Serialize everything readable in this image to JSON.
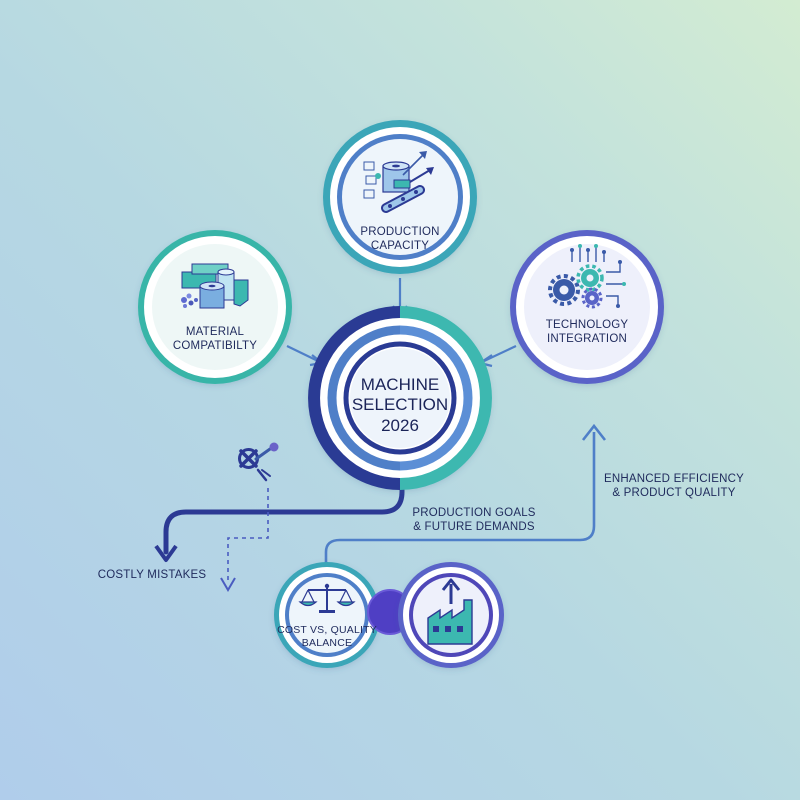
{
  "center": {
    "line1": "MACHINE",
    "line2": "SELECTION",
    "line3": "2026"
  },
  "nodes": {
    "production_capacity": {
      "line1": "PRODUCTION",
      "line2": "CAPACITY"
    },
    "material_compatibility": {
      "line1": "MATERIAL",
      "line2": "COMPATIBILTY"
    },
    "technology_integration": {
      "line1": "TECHNOLOGY",
      "line2": "INTEGRATION"
    },
    "cost_quality": {
      "line1": "COST Vs, QUALITY",
      "line2": "BALANCE"
    }
  },
  "flows": {
    "costly_mistakes": "COSTLY MISTAKES",
    "production_goals_line1": "PRODUCTION GOALS",
    "production_goals_line2": "& FUTURE DEMANDS",
    "enhanced_line1": "ENHANCED EFFICIENCY",
    "enhanced_line2": "& PRODUCT QUALITY"
  },
  "icons": [
    "conveyor-production-icon",
    "material-rolls-icon",
    "gears-circuit-icon",
    "balance-scale-icon",
    "factory-growth-icon",
    "broken-tool-icon",
    "connector-dot-icon"
  ],
  "colors": {
    "navy": "#2c3a94",
    "blue": "#4f7fc8",
    "teal": "#3cb8b0",
    "purple": "#6a62c8",
    "text": "#1f2a5c"
  }
}
